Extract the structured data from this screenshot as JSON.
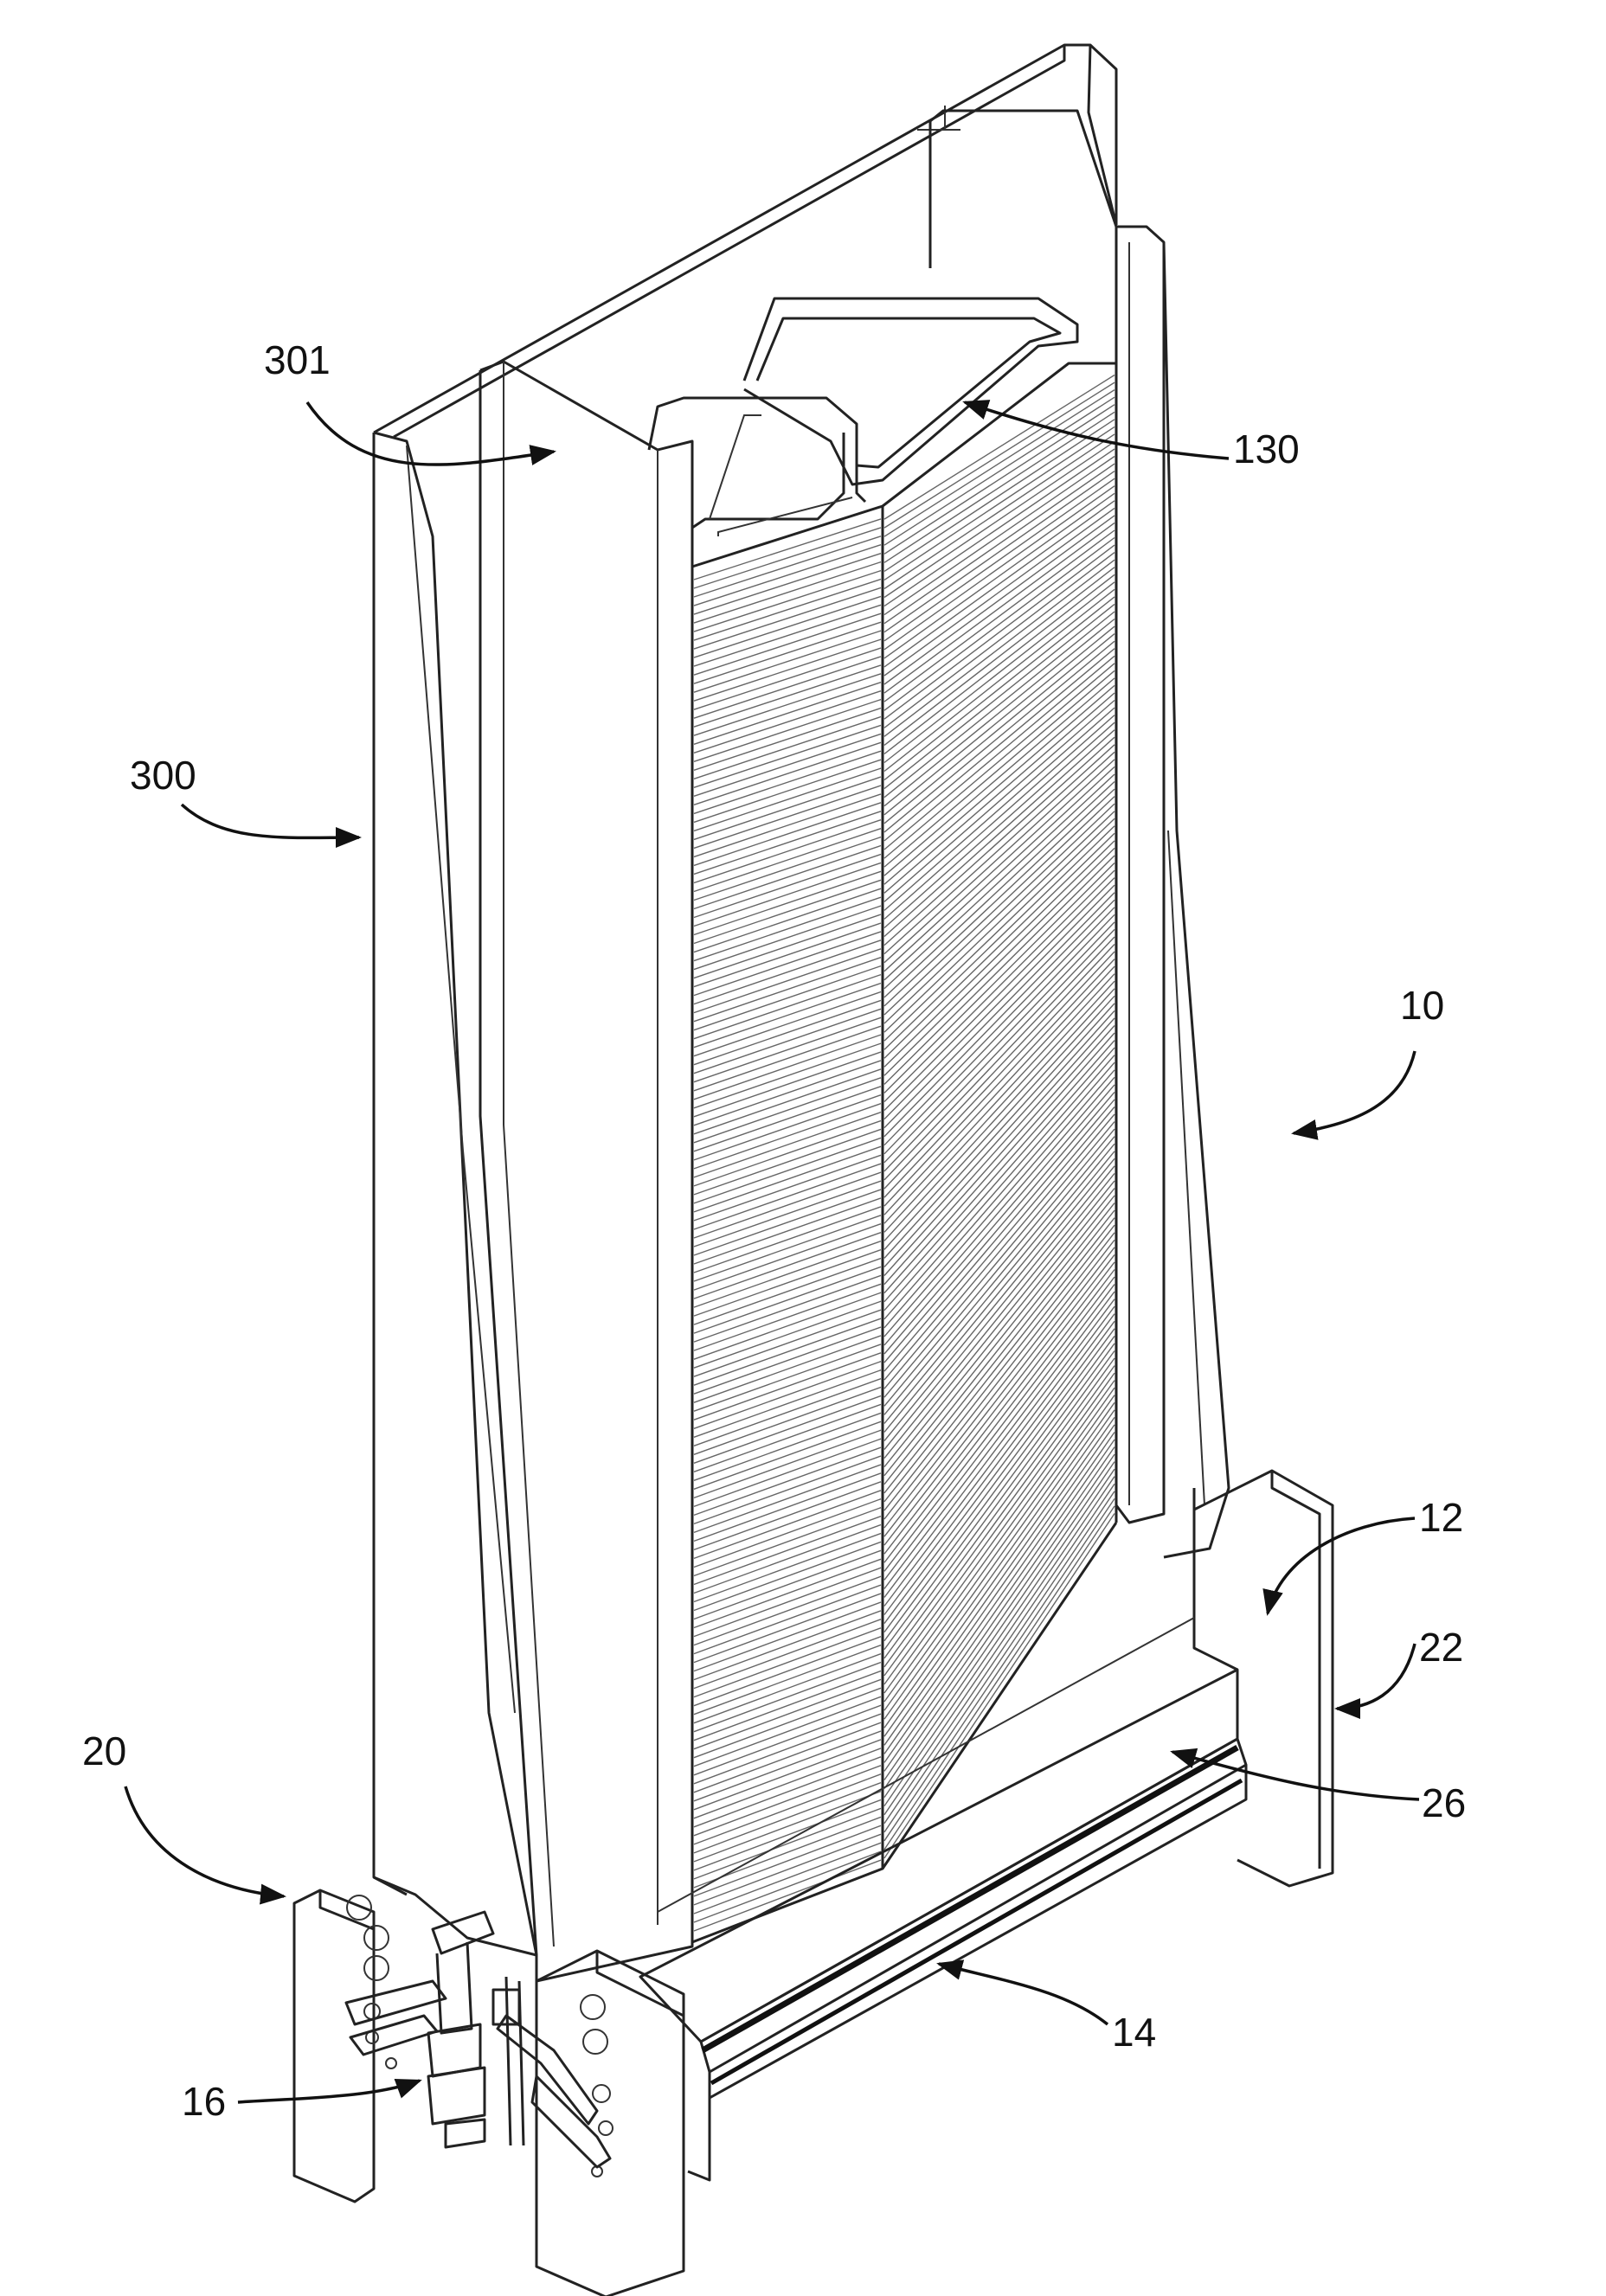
{
  "figure": {
    "labels": {
      "l301": "301",
      "l130": "130",
      "l300": "300",
      "l10": "10",
      "l12": "12",
      "l22": "22",
      "l20": "20",
      "l26": "26",
      "l14": "14",
      "l16": "16"
    }
  },
  "colors": {
    "line": "#222222",
    "background": "#ffffff",
    "stack_lines": "#666666"
  }
}
